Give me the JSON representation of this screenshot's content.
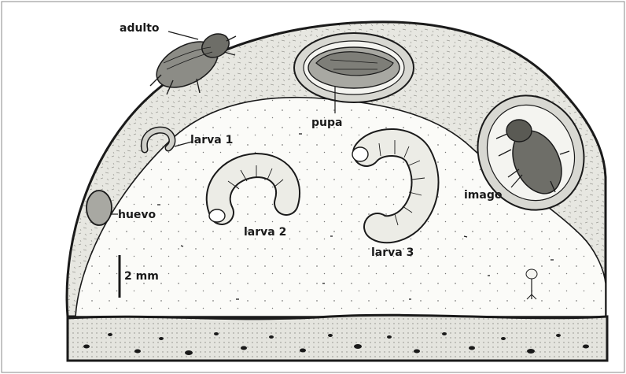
{
  "labels": {
    "adult": "adulto",
    "pupa": "pupa",
    "larva1": "larva 1",
    "egg": "huevo",
    "larva2": "larva 2",
    "larva3": "larva 3",
    "imago": "imago",
    "scale": "2 mm"
  },
  "colors": {
    "ink": "#1a1a1a",
    "soil": "#e6e6e0",
    "chamber": "#fbfbf8",
    "border": "#7a7a7a"
  }
}
